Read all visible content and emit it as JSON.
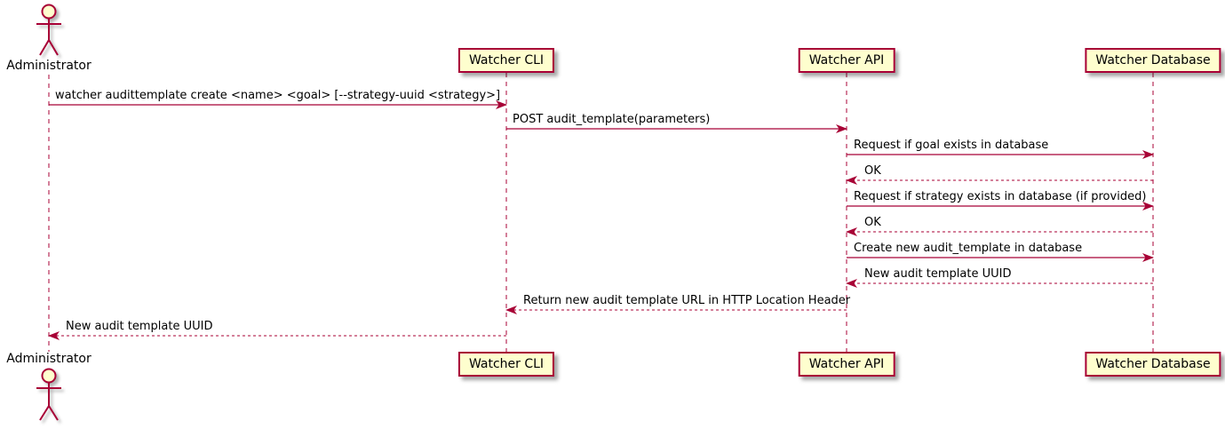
{
  "diagram": {
    "type": "sequence",
    "colors": {
      "background": "#FFFFFF",
      "participant_fill": "#FEFECE",
      "participant_border": "#A80036",
      "line": "#A80036",
      "text": "#000000"
    },
    "actor": {
      "label": "Administrator",
      "kind": "actor"
    },
    "participants": [
      {
        "label": "Watcher CLI"
      },
      {
        "label": "Watcher API"
      },
      {
        "label": "Watcher Database"
      }
    ],
    "messages": [
      {
        "from": "Administrator",
        "to": "Watcher CLI",
        "line": "solid",
        "label": "watcher audittemplate create <name> <goal> [--strategy-uuid <strategy>]"
      },
      {
        "from": "Watcher CLI",
        "to": "Watcher API",
        "line": "solid",
        "label": "POST audit_template(parameters)"
      },
      {
        "from": "Watcher API",
        "to": "Watcher Database",
        "line": "solid",
        "label": "Request if goal exists in database"
      },
      {
        "from": "Watcher Database",
        "to": "Watcher API",
        "line": "dashed",
        "label": "OK"
      },
      {
        "from": "Watcher API",
        "to": "Watcher Database",
        "line": "solid",
        "label": "Request if strategy exists in database (if provided)"
      },
      {
        "from": "Watcher Database",
        "to": "Watcher API",
        "line": "dashed",
        "label": "OK"
      },
      {
        "from": "Watcher API",
        "to": "Watcher Database",
        "line": "solid",
        "label": "Create new audit_template in database"
      },
      {
        "from": "Watcher Database",
        "to": "Watcher API",
        "line": "dashed",
        "label": "New audit template UUID"
      },
      {
        "from": "Watcher API",
        "to": "Watcher CLI",
        "line": "dashed",
        "label": "Return new audit template URL in HTTP Location Header"
      },
      {
        "from": "Watcher CLI",
        "to": "Administrator",
        "line": "dashed",
        "label": "New audit template UUID"
      }
    ]
  }
}
